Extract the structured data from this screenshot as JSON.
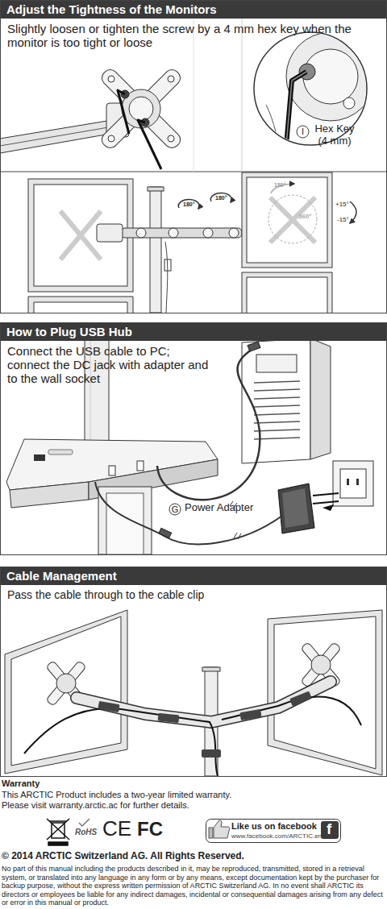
{
  "diagram": {
    "nodes": [
      {
        "text": [
          "Adjust the Tightness of the Monitors",
          "Slightly loosen or tighten the screw by a 4 mm hex key when the monitor is too tight or loose"
        ]
      },
      {
        "text": [
          "I"
        ],
        "in": 0
      },
      {
        "text": [
          "How to Plug USB Hub",
          "Connect the USB cable to PC; connect the DC jack with adapter and to the wall socket"
        ]
      },
      {
        "text": [
          "G"
        ],
        "in": 2
      },
      {
        "text": [
          "Cable Management",
          "Pass the cable through to the cable clip"
        ]
      },
      {
        "text": [
          "Like us on facebook",
          "www.facebook.com/ARCTIC.en"
        ]
      }
    ],
    "labels": [
      "Hex Key (4 mm)",
      "180°",
      "180°",
      "180°",
      "360°",
      "+15°",
      "-15°",
      "Power Adapter",
      "Warranty",
      "This ARCTIC Product includes a two-year limited warranty. Please visit warranty.arctic.ac for further details.",
      "RoHS",
      "CE",
      "FC",
      "f",
      "© 2014 ARCTIC Switzerland AG. All Rights Reserved.",
      "No part of this manual including the products described in it, may be reproduced, transmitted, stored in a retrieval system, or translated into any language in any form or by any means, except documentation kept by the purchaser for backup purpose, without the express written permission of ARCTIC Switzerland AG. In no event shall ARCTIC its directors or employees be liable for any indirect damages, incidental or consequential damages arising from any defect or error in this manual or product."
    ]
  }
}
